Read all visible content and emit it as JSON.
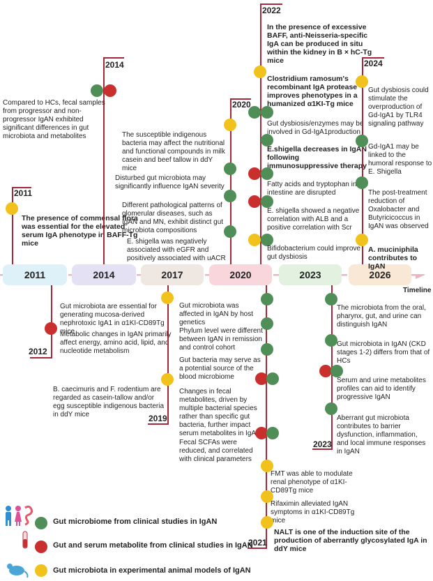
{
  "eras": [
    "2011",
    "2014",
    "2017",
    "2020",
    "2023",
    "2026"
  ],
  "timeline_label": "Timeline",
  "top": {
    "y2011": {
      "year": "2011",
      "text": "The presence of commensal flora was essential for the elevated serum IgA phenotype in BAFF-Tg mice"
    },
    "y2014": {
      "year": "2014",
      "text": "Compared to HCs, fecal samples from progressor and non-progressor IgAN exhibited significant differences in gut microbiota and metabolites"
    },
    "y2020": {
      "year": "2020",
      "items": [
        "The susceptible indigenous bacteria may affect the nutritional and functional compounds in milk casein and beef tallow in ddY mice",
        "Disturbed gut microbiota may significantly influence IgAN severity",
        "Different pathological patterns of glomerular diseases, such as IgAN and MN, exhibit distinct gut microbiota compositions",
        "E. shigella was negatively associated with eGFR and positively associated with uACR"
      ]
    },
    "y2022": {
      "year": "2022",
      "items": [
        "In the presence of excessive BAFF, anti-Neisseria-specific IgA can be produced in situ within the kidney in B × hC-Tg mice",
        "Clostridium ramosum's recombinant IgA protease improves phenotypes in a humanized α1KI-Tg mice"
      ]
    },
    "y2023": {
      "items": [
        "Gut dysbiosis/enzymes may be involved in Gd-IgA1production",
        "E.shigella decreases in IgAN following immunosuppressive therapy",
        "Fatty acids and tryptophan in the intestine are disrupted",
        "E. shigella showed a negative correlation with ALB and a positive correlation with Scr",
        "Bifidobacterium could improve gut dysbiosis"
      ]
    },
    "y2024": {
      "year": "2024",
      "items": [
        "Gut dysbiosis could stimulate the overproduction of Gd-IgA1 by TLR4 signaling pathway",
        "Gd-IgA1 may be linked to the humoral response to E. Shigella",
        "The post-treatment reduction of Oxalobacter and Butyricicoccus in IgAN was observed",
        "A. muciniphila contributes to IgAN"
      ]
    }
  },
  "bottom": {
    "y2012": {
      "year": "2012",
      "items": [
        "Gut microbiota are essential for generating mucosa-derived nephrotoxic IgA1 in α1KI-CD89Tg mice",
        "Metabolic changes in IgAN primarily affect energy, amino acid, lipid, and nucleotide metabolism"
      ]
    },
    "y2019": {
      "year": "2019",
      "items": [
        "B. caecimuris and F. rodentium are regarded as casein-tallow and/or egg susceptible indigenous bacteria in ddY mice"
      ]
    },
    "y2021": {
      "year": "2021",
      "items": [
        "Gut microbiota was affected in IgAN  by host genetics",
        "Phylum level were different between IgAN in remission and control cohort",
        "Gut bacteria may serve as a potential source of the blood microbiome",
        "Changes in fecal metabolites, driven by multiple bacterial species rather than specific gut bacteria, further impact serum metabolites in IgAN",
        "Fecal SCFAs were reduced, and correlated with clinical parameters",
        "FMT was able to modulate renal phenotype of α1KI-CD89Tg mice",
        "Rifaximin alleviated IgAN symptoms in α1KI-CD89Tg mice",
        "NALT is one of the induction site of the production of aberrantly glycosylated IgA in ddY mice"
      ]
    },
    "y2023": {
      "year": "2023",
      "items": [
        "The microbiota from the oral, pharynx, gut, and urine can distinguish IgAN",
        "Gut microbiota in IgAN (CKD stages 1-2) differs from that of HCs",
        "Serum and urine metabolites profiles can aid to identify progressive IgAN",
        "Aberrant gut microbiota contributes to barrier dysfunction, inflammation, and local immune responses in IgAN"
      ]
    }
  },
  "legend": [
    "Gut microbiome from clinical studies in IgAN",
    "Gut and serum metabolite from clinical studies in IgAN",
    "Gut microbiota in experimental animal models of IgAN"
  ],
  "colors": {
    "clinical": "#4f8f57",
    "metabolite": "#c92f2d",
    "animal": "#f1c21b",
    "stem": "#a5273a"
  }
}
